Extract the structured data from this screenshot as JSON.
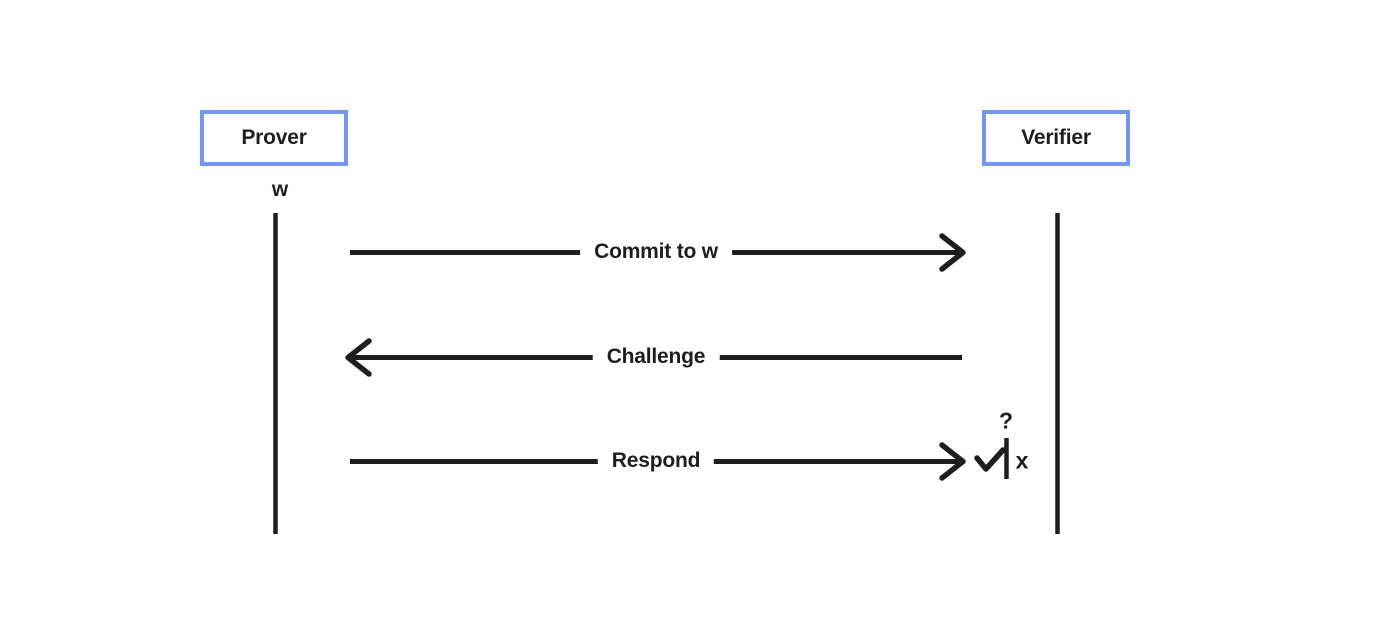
{
  "diagram": {
    "type": "sequence-diagram",
    "topic": "interactive proof protocol",
    "background": "#ffffff"
  },
  "colors": {
    "actor_border_blue": "#7496ec",
    "line_dark": "#1e1e1e",
    "text_dark": "#1e1e1e"
  },
  "actors": [
    {
      "id": "prover",
      "label": "Prover",
      "annotation": "w"
    },
    {
      "id": "verifier",
      "label": "Verifier"
    }
  ],
  "messages": [
    {
      "label": "Commit to w",
      "from": "prover",
      "to": "verifier",
      "direction": "right"
    },
    {
      "label": "Challenge",
      "from": "verifier",
      "to": "prover",
      "direction": "left"
    },
    {
      "label": "Respond",
      "from": "prover",
      "to": "verifier",
      "direction": "right"
    }
  ],
  "verification": {
    "question_mark": "?",
    "check_icon": "check-icon",
    "separator_icon": "vertical-bar-icon",
    "cross_label": "x"
  }
}
